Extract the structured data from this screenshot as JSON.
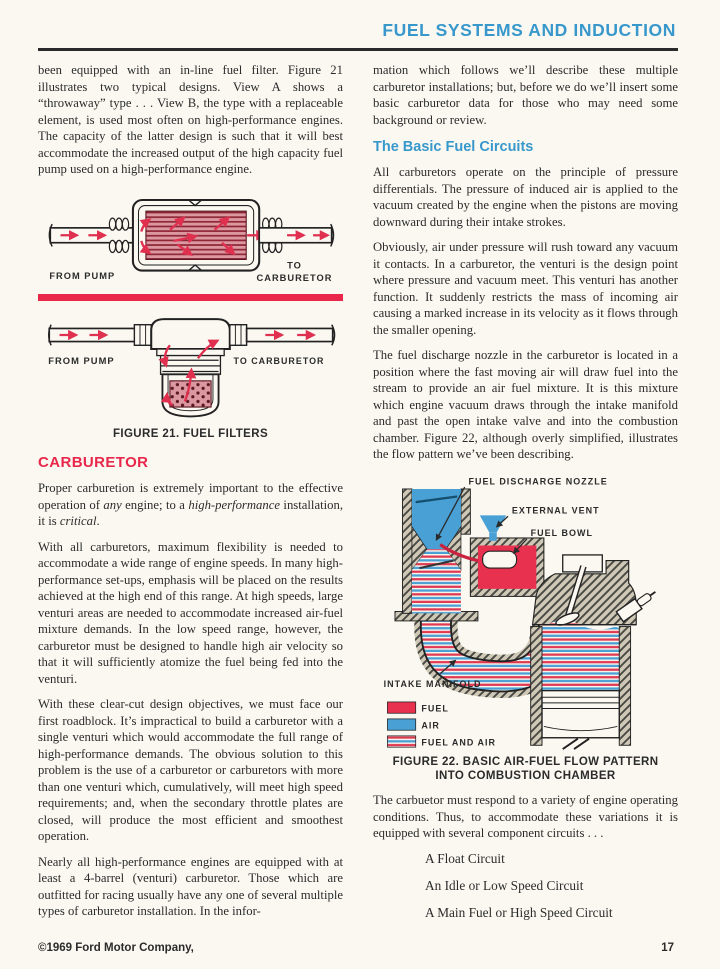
{
  "header": {
    "title": "FUEL SYSTEMS AND INDUCTION"
  },
  "colors": {
    "heading_blue": "#3898cc",
    "heading_red": "#e8274b",
    "fuel_red": "#e8304f",
    "air_blue": "#49a0d5"
  },
  "left": {
    "p1": "been equipped with an in-line fuel filter. Figure 21 illustrates two typical designs. View A shows a “throwaway” type . . . View B, the type with a replaceable element, is used most often on high-performance engines. The capacity of the latter design is such that it will best accommodate the increased output of the high capacity fuel pump used on a high-performance engine.",
    "figure21": {
      "view_a": {
        "from_label": "FROM PUMP",
        "to_label_line1": "TO",
        "to_label_line2": "CARBURETOR"
      },
      "view_b": {
        "from_label": "FROM PUMP",
        "to_label": "TO CARBURETOR"
      },
      "caption": "FIGURE 21.  FUEL FILTERS"
    },
    "section_heading": "CARBURETOR",
    "p2": [
      "Proper carburetion is extremely important to the effective operation of ",
      "any",
      " engine; to a ",
      "high-performance",
      " installation, it is ",
      "critical",
      "."
    ],
    "p3": "With all carburetors, maximum flexibility is needed to accommodate a wide range of engine speeds. In many high-performance set-ups, emphasis will be placed on the results achieved at the high end of this range. At high speeds, large venturi areas are needed to accommodate increased air-fuel mixture demands. In the low speed range, however, the carburetor must be designed to handle high air velocity so that it will sufficiently atomize the fuel being fed into the venturi.",
    "p4": "With these clear-cut design objectives, we must face our first roadblock. It’s impractical to build a carburetor with a single venturi which would accommodate the full range of high-performance demands. The obvious solution to this problem is the use of a carburetor or carburetors with more than one venturi which, cumulatively, will meet high speed requirements; and, when the secondary throttle plates are closed, will produce the most efficient and smoothest operation.",
    "p5": "Nearly all high-performance engines are equipped with at least a 4-barrel (venturi) carburetor. Those which are outfitted for racing usually have any one of several multiple types of carburetor installation. In the infor-"
  },
  "right": {
    "p1": "mation which follows we’ll describe these multiple carburetor installations; but, before we do we’ll insert some basic carburetor data for those who may need some background or review.",
    "subheading": "The Basic Fuel Circuits",
    "p2": "All carburetors operate on the principle of pressure differentials. The pressure of induced air is applied to the vacuum created by the engine when the pistons are moving downward during their intake strokes.",
    "p3": "Obviously, air under pressure will rush toward any vacuum it contacts. In a carburetor, the venturi is the design point where pressure and vacuum meet. This venturi has another function. It suddenly restricts the mass of incoming air causing a marked increase in its velocity as it flows through the smaller opening.",
    "p4": "The fuel discharge nozzle in the carburetor is located in a position where the fast moving air will draw fuel into the stream to provide an air fuel mixture. It is this mixture which engine vacuum draws through the intake manifold and past the open intake valve and into the combustion chamber. Figure 22, although overly simplified, illustrates the flow pattern we’ve been describing.",
    "figure22": {
      "labels": {
        "nozzle": "FUEL DISCHARGE NOZZLE",
        "vent": "EXTERNAL VENT",
        "bowl": "FUEL BOWL",
        "manifold": "INTAKE MANIFOLD"
      },
      "legend": [
        {
          "label": "FUEL",
          "type": "fuel"
        },
        {
          "label": "AIR",
          "type": "air"
        },
        {
          "label": "FUEL AND AIR",
          "type": "fuel-and-air"
        }
      ],
      "caption_line1": "FIGURE 22. BASIC AIR-FUEL FLOW PATTERN",
      "caption_line2": "INTO COMBUSTION CHAMBER"
    },
    "p5": "The carbuetor must respond to a variety of engine operating conditions. Thus, to accommodate these variations it is equipped with several component circuits . . .",
    "circuits": [
      "A Float Circuit",
      "An Idle or Low Speed Circuit",
      "A Main Fuel or High Speed Circuit"
    ]
  },
  "footer": {
    "copyright": "©1969 Ford Motor Company,",
    "page_number": "17"
  }
}
